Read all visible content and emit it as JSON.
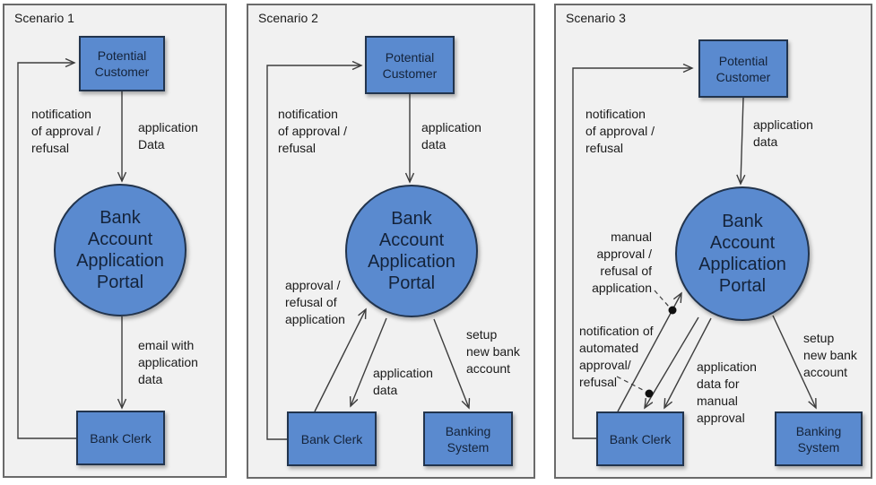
{
  "colors": {
    "node_fill": "#5a8acf",
    "node_border": "#22344d",
    "edge_line": "#3d3d3d",
    "panel_bg": "#f1f1f1",
    "panel_border": "#6a6a6a",
    "text": "#1a1a1a"
  },
  "panels": [
    {
      "title": "Scenario 1",
      "nodes": {
        "customer": "Potential\nCustomer",
        "portal": "Bank\nAccount\nApplication\nPortal",
        "clerk": "Bank Clerk"
      },
      "edge_labels": {
        "notification": "notification\nof approval /\nrefusal",
        "application_data": "application\nData",
        "email": "email with\napplication\ndata"
      }
    },
    {
      "title": "Scenario 2",
      "nodes": {
        "customer": "Potential\nCustomer",
        "portal": "Bank\nAccount\nApplication\nPortal",
        "clerk": "Bank Clerk",
        "banking": "Banking\nSystem"
      },
      "edge_labels": {
        "notification": "notification\nof approval /\nrefusal",
        "application_data": "application\ndata",
        "approval_refusal": "approval /\nrefusal of\napplication",
        "application_data_mid": "application\ndata",
        "setup": "setup\nnew bank\naccount"
      }
    },
    {
      "title": "Scenario 3",
      "nodes": {
        "customer": "Potential\nCustomer",
        "portal": "Bank\nAccount\nApplication\nPortal",
        "clerk": "Bank Clerk",
        "banking": "Banking\nSystem"
      },
      "edge_labels": {
        "notification": "notification\nof approval /\nrefusal",
        "application_data": "application\ndata",
        "manual_approval": "manual\napproval /\nrefusal of\napplication",
        "automated_notification": "notification of\nautomated\napproval/\nrefusal",
        "application_data_manual": "application\ndata for\nmanual\napproval",
        "setup": "setup\nnew bank\naccount"
      }
    }
  ]
}
